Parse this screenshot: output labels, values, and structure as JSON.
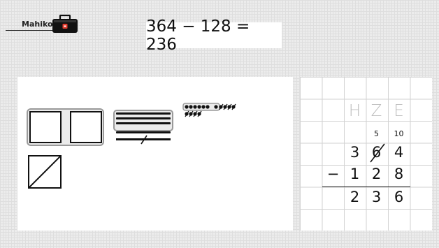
{
  "header": {
    "username": "Mahiko",
    "equation": "364 − 128 = 236"
  },
  "workspace": {
    "hundreds_blocks": 3,
    "hundreds_crossed": 1,
    "tens_rods": 5,
    "tens_crossed": 1,
    "ones_units": 13,
    "ones_crossed": 8
  },
  "place_value_chart": {
    "headers": [
      "H",
      "Z",
      "E"
    ],
    "regroup_tens": "5",
    "regroup_ones": "10",
    "minuend": [
      "3",
      "6",
      "4"
    ],
    "operator": "−",
    "subtrahend": [
      "1",
      "2",
      "8"
    ],
    "result": [
      "2",
      "3",
      "6"
    ]
  },
  "icons": {
    "toolbox": "toolbox-icon"
  },
  "colors": {
    "toolbox_red": "#e23b2e",
    "ink": "#111111",
    "header_gray": "#bdbdbd"
  }
}
